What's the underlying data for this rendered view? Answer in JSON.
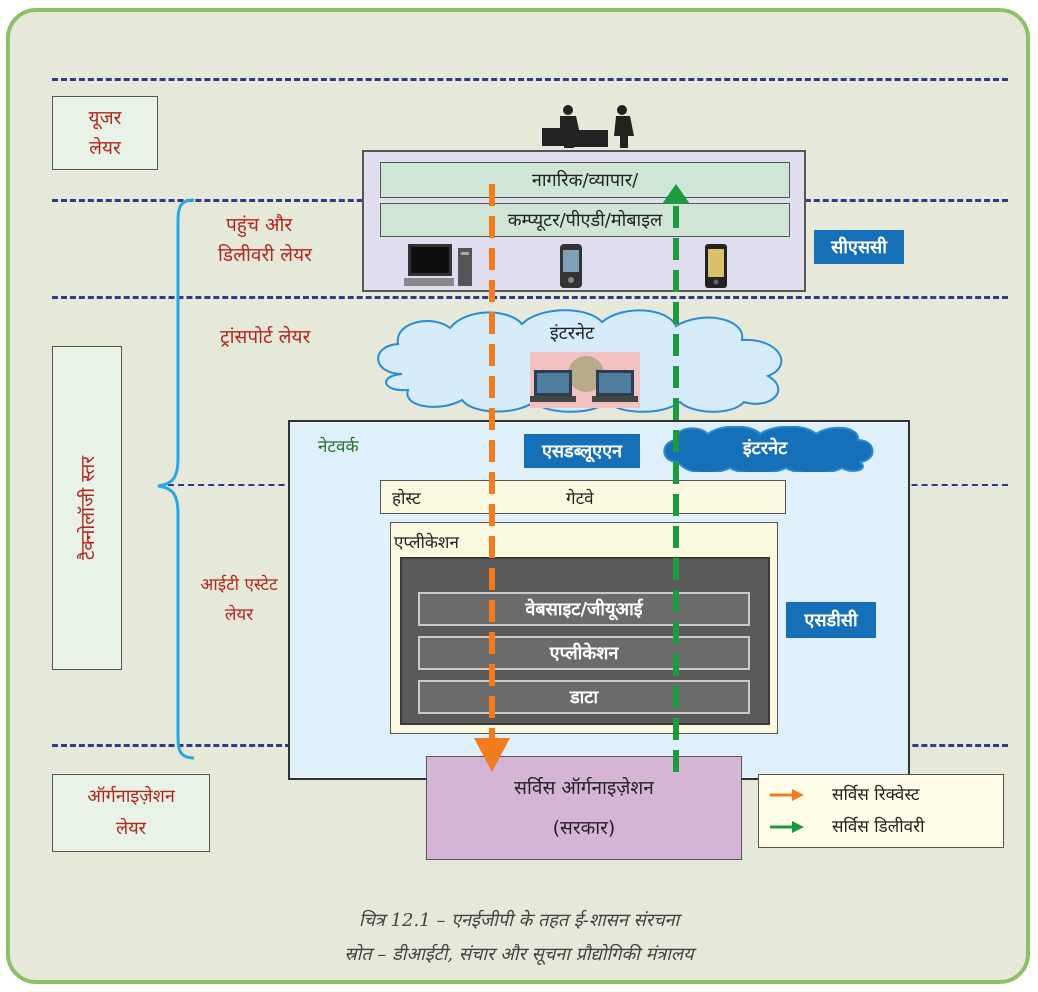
{
  "layers": {
    "user": [
      "यूजर",
      "लेयर"
    ],
    "access": [
      "पहुंच और",
      "डिलीवरी लेयर"
    ],
    "transport": "ट्रांसपोर्ट लेयर",
    "it_estate": [
      "आईटी एस्टेट",
      "लेयर"
    ],
    "organization": [
      "ऑर्गनाइज़ेशन",
      "लेयर"
    ],
    "technology": "टैक्नोलॉजी स्तर"
  },
  "access_box": {
    "line1": "नागरिक/व्यापार/",
    "line2": "कम्प्यूटर/पीएडी/मोबाइल",
    "badge": "सीएससी"
  },
  "cloud_internet": "इंटरनेट",
  "network": {
    "label": "नेटवर्क",
    "swan_badge": "एसडब्लूएएन",
    "internet_badge": "इंटरनेट",
    "host": "होस्ट",
    "gateway": "गेटवे",
    "app_label": "एप्लीकेशन",
    "bars": [
      "वेबसाइट/जीयूआई",
      "एप्लीकेशन",
      "डाटा"
    ],
    "sdc_badge": "एसडीसी"
  },
  "service_org": [
    "सर्विस ऑर्गनाइज़ेशन",
    "(सरकार)"
  ],
  "legend": {
    "request": "सर्विस रिक्वेस्ट",
    "delivery": "सर्विस डिलीवरी"
  },
  "colors": {
    "request_arrow": "#f07c1e",
    "delivery_arrow": "#1b9a3e",
    "badge_blue": "#1570b8",
    "dash_line": "#2e3a8c",
    "label_red": "#b1261e"
  },
  "caption": [
    "चित्र 12.1 – एनईजीपी के तहत ई-शासन संरचना",
    "स्रोत – डीआईटी, संचार और सूचना प्रौद्योगिकी मंत्रालय"
  ]
}
